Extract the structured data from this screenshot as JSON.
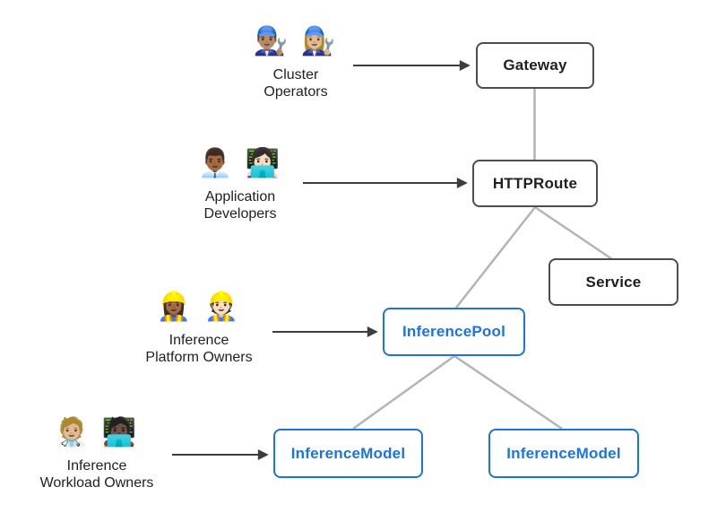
{
  "diagram_type": "resource-model-diagram",
  "colors": {
    "background": "#ffffff",
    "node_border_dark": "#4d4d4d",
    "node_text_dark": "#1f1f1f",
    "node_border_blue": "#1a73e8",
    "node_text_blue": "#1a73e8",
    "edge_line": "#b4b4b4",
    "arrow_line": "#3d3d3d"
  },
  "actors": [
    {
      "id": "cluster-operators",
      "emoji": "👨🏽‍🔧 👩🏼‍🔧",
      "lines": [
        "Cluster",
        "Operators"
      ],
      "points_to": "Gateway"
    },
    {
      "id": "application-developers",
      "emoji": "👨🏾‍💼 👩🏻‍💻",
      "lines": [
        "Application",
        "Developers"
      ],
      "points_to": "HTTPRoute"
    },
    {
      "id": "inference-platform-owners",
      "emoji": "👷🏾‍♀️ 👷🏻",
      "lines": [
        "Inference",
        "Platform Owners"
      ],
      "points_to": "InferencePool"
    },
    {
      "id": "inference-workload-owners",
      "emoji": "🧑🏼‍⚕️ 🧑🏿‍💻",
      "lines": [
        "Inference",
        "Workload Owners"
      ],
      "points_to": "InferenceModel"
    }
  ],
  "nodes": [
    {
      "id": "gateway",
      "label": "Gateway",
      "style": "dark"
    },
    {
      "id": "httproute",
      "label": "HTTPRoute",
      "style": "dark"
    },
    {
      "id": "service",
      "label": "Service",
      "style": "dark"
    },
    {
      "id": "inferencepool",
      "label": "InferencePool",
      "style": "blue"
    },
    {
      "id": "inferencemodel-left",
      "label": "InferenceModel",
      "style": "blue"
    },
    {
      "id": "inferencemodel-right",
      "label": "InferenceModel",
      "style": "blue"
    }
  ],
  "edges": [
    {
      "from": "gateway",
      "to": "httproute"
    },
    {
      "from": "httproute",
      "to": "service"
    },
    {
      "from": "httproute",
      "to": "inferencepool"
    },
    {
      "from": "inferencepool",
      "to": "inferencemodel-left"
    },
    {
      "from": "inferencepool",
      "to": "inferencemodel-right"
    }
  ]
}
